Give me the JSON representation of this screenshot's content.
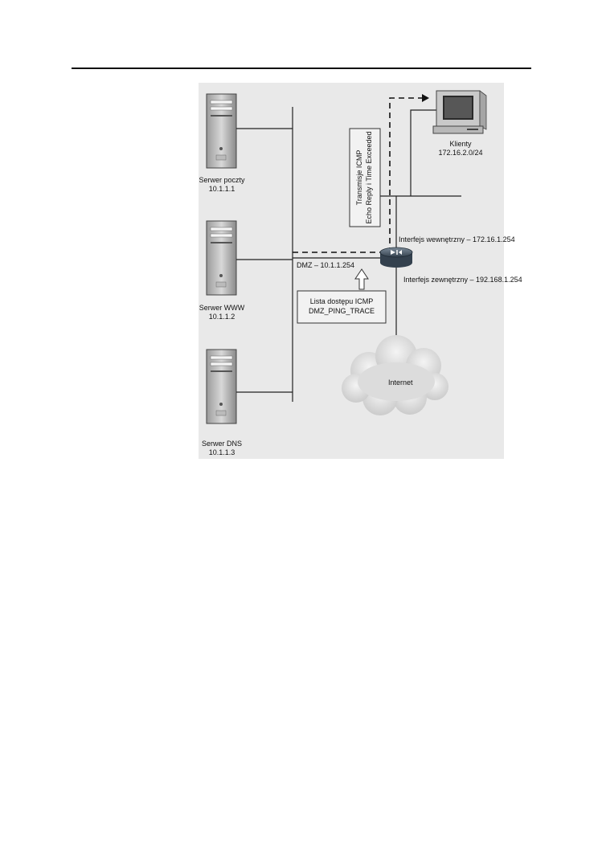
{
  "nodes": {
    "mail_server": {
      "name": "Serwer poczty",
      "ip": "10.1.1.1"
    },
    "www_server": {
      "name": "Serwer WWW",
      "ip": "10.1.1.2"
    },
    "dns_server": {
      "name": "Serwer DNS",
      "ip": "10.1.1.3"
    },
    "clients": {
      "name": "Klienty",
      "subnet": "172.16.2.0/24"
    },
    "internet": {
      "name": "Internet"
    }
  },
  "labels": {
    "dmz": "DMZ – 10.1.1.254",
    "internal_iface": "Interfejs wewnętrzny – 172.16.1.254",
    "external_iface": "Interfejs zewnętrzny – 192.168.1.254"
  },
  "acl": {
    "line1": "Lista dostępu ICMP",
    "line2": "DMZ_PING_TRACE"
  },
  "transmission": {
    "line1": "Transmisje ICMP",
    "line2": "Echo Reply i Time Exceeded"
  },
  "colors": {
    "background": "#e9e9e9",
    "line": "#222222",
    "router": "#4a5a6a"
  }
}
